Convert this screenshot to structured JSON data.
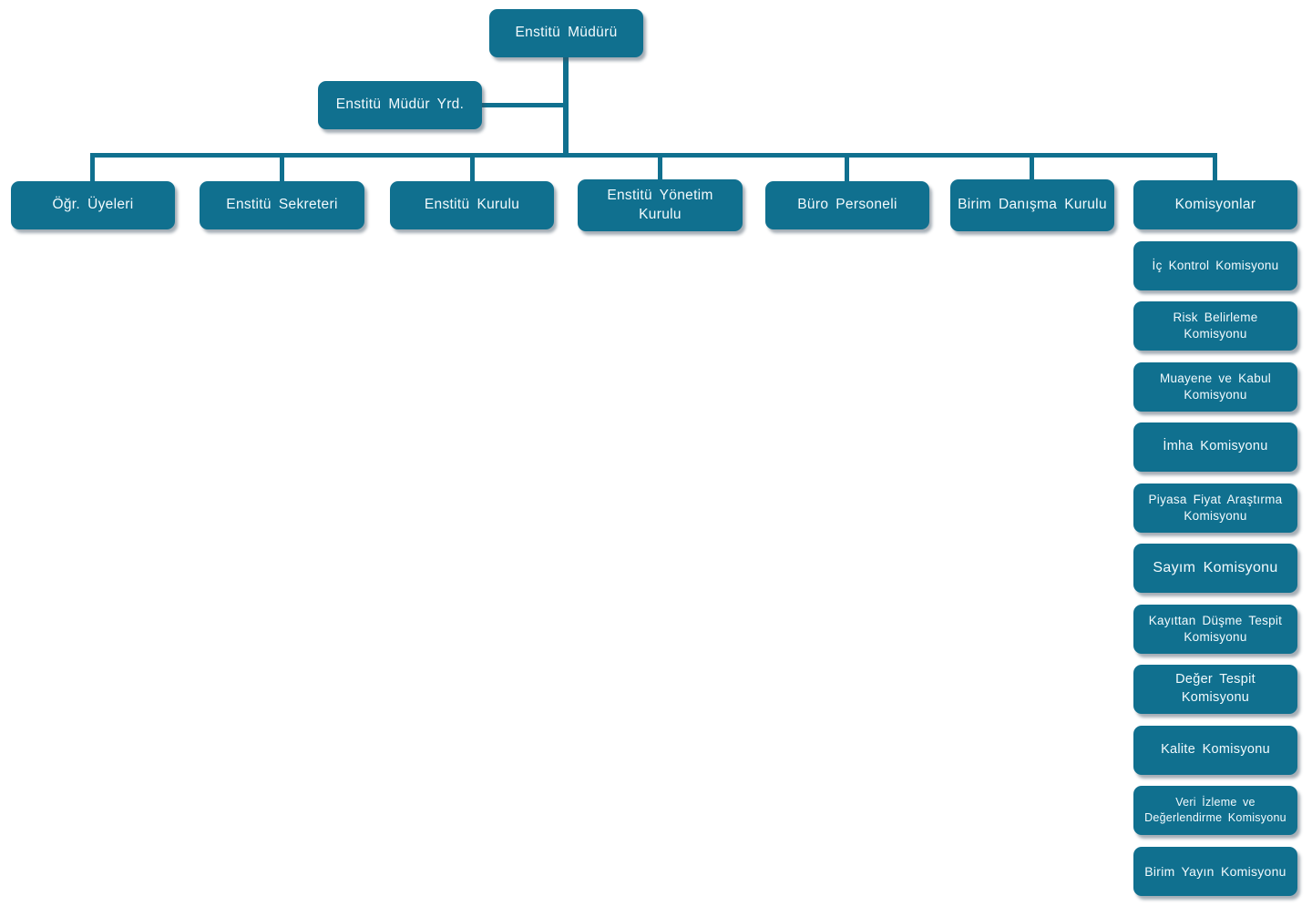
{
  "colors": {
    "node_fill": "#10708F",
    "node_text": "#F2FAFD",
    "connector": "#10708F"
  },
  "root": {
    "label": "Enstitü Müdürü"
  },
  "deputy": {
    "label": "Enstitü Müdür Yrd."
  },
  "level2": [
    {
      "label": "Öğr. Üyeleri"
    },
    {
      "label": "Enstitü Sekreteri"
    },
    {
      "label": "Enstitü Kurulu"
    },
    {
      "label": "Enstitü Yönetim Kurulu"
    },
    {
      "label": "Büro Personeli"
    },
    {
      "label": "Birim Danışma Kurulu"
    },
    {
      "label": "Komisyonlar"
    }
  ],
  "commissions": [
    {
      "label": "İç Kontrol Komisyonu"
    },
    {
      "label": "Risk Belirleme Komisyonu"
    },
    {
      "label": "Muayene ve Kabul Komisyonu"
    },
    {
      "label": "İmha Komisyonu"
    },
    {
      "label": "Piyasa Fiyat Araştırma Komisyonu"
    },
    {
      "label": "Sayım Komisyonu"
    },
    {
      "label": "Kayıttan Düşme Tespit Komisyonu"
    },
    {
      "label": "Değer Tespit Komisyonu"
    },
    {
      "label": "Kalite Komisyonu"
    },
    {
      "label": "Veri İzleme ve Değerlendirme Komisyonu"
    },
    {
      "label": "Birim Yayın Komisyonu"
    }
  ]
}
